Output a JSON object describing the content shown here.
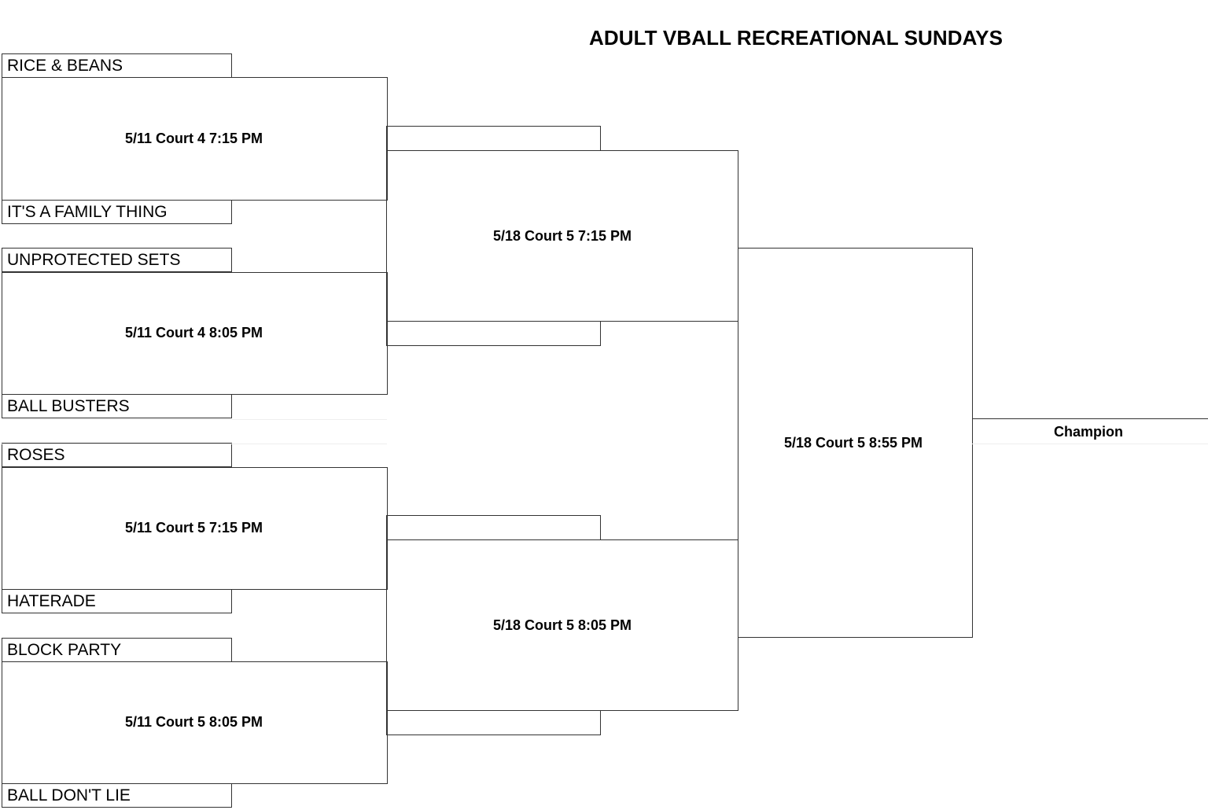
{
  "title": "ADULT VBALL RECREATIONAL SUNDAYS",
  "round1": {
    "teams": [
      "RICE & BEANS",
      "IT'S A FAMILY THING",
      "UNPROTECTED SETS",
      "BALL BUSTERS",
      "ROSES",
      "HATERADE",
      "BLOCK PARTY",
      "BALL DON'T LIE"
    ],
    "games": [
      "5/11 Court 4 7:15 PM",
      "5/11 Court 4 8:05 PM",
      "5/11 Court 5 7:15 PM",
      "5/11 Court 5 8:05 PM"
    ]
  },
  "round2": {
    "games": [
      "5/18 Court 5 7:15 PM",
      "5/18 Court 5 8:05 PM"
    ]
  },
  "final": {
    "game": "5/18 Court 5 8:55 PM",
    "champion_label": "Champion"
  }
}
